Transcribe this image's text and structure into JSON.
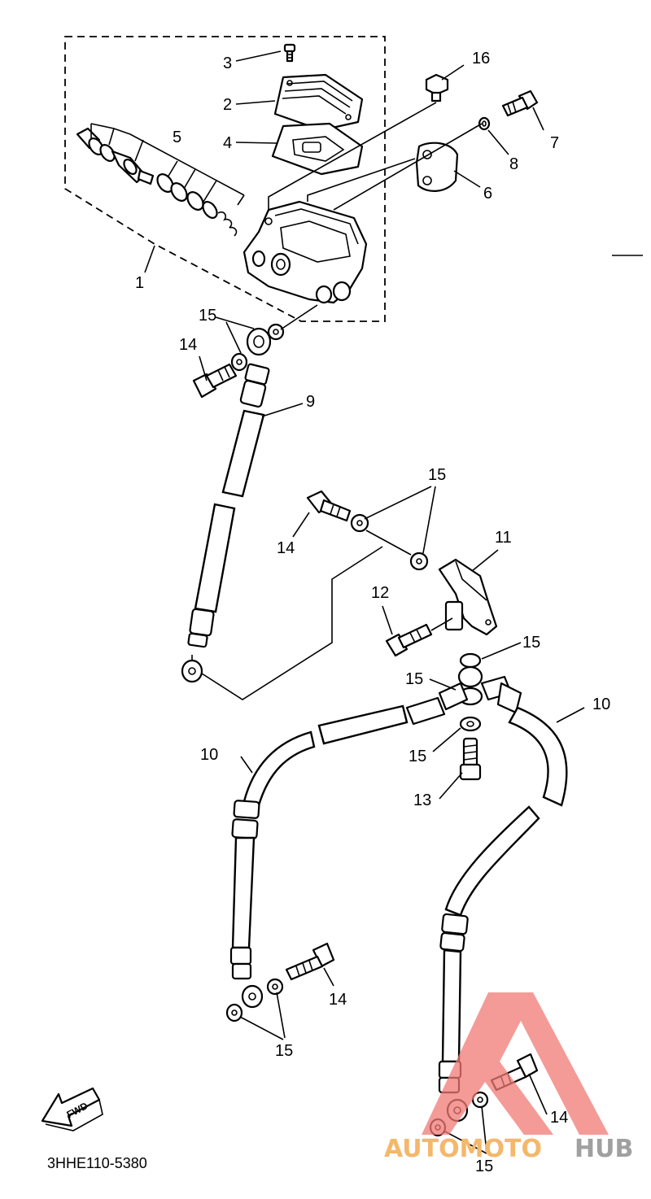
{
  "diagram": {
    "part_labels": [
      {
        "id": "l1",
        "text": "1"
      },
      {
        "id": "l2",
        "text": "2"
      },
      {
        "id": "l3",
        "text": "3"
      },
      {
        "id": "l4",
        "text": "4"
      },
      {
        "id": "l5",
        "text": "5"
      },
      {
        "id": "l6",
        "text": "6"
      },
      {
        "id": "l7",
        "text": "7"
      },
      {
        "id": "l8",
        "text": "8"
      },
      {
        "id": "l9",
        "text": "9"
      },
      {
        "id": "l10a",
        "text": "10"
      },
      {
        "id": "l10b",
        "text": "10"
      },
      {
        "id": "l11",
        "text": "11"
      },
      {
        "id": "l12",
        "text": "12"
      },
      {
        "id": "l13",
        "text": "13"
      },
      {
        "id": "l14a",
        "text": "14"
      },
      {
        "id": "l14b",
        "text": "14"
      },
      {
        "id": "l14c",
        "text": "14"
      },
      {
        "id": "l14d",
        "text": "14"
      },
      {
        "id": "l15a",
        "text": "15"
      },
      {
        "id": "l15b",
        "text": "15"
      },
      {
        "id": "l15c",
        "text": "15"
      },
      {
        "id": "l15d",
        "text": "15"
      },
      {
        "id": "l15e",
        "text": "15"
      },
      {
        "id": "l15f",
        "text": "15"
      },
      {
        "id": "l15g",
        "text": "15"
      },
      {
        "id": "l16",
        "text": "16"
      }
    ],
    "fwd_arrow_text": "FWD",
    "diagram_code": "3HHE110-5380"
  },
  "watermark": {
    "text_a": "AUTOMOTO",
    "text_b": "HUB",
    "color_a": "#f4b86a",
    "color_b": "#a0a0a0",
    "logo_color": "#f07a74"
  }
}
